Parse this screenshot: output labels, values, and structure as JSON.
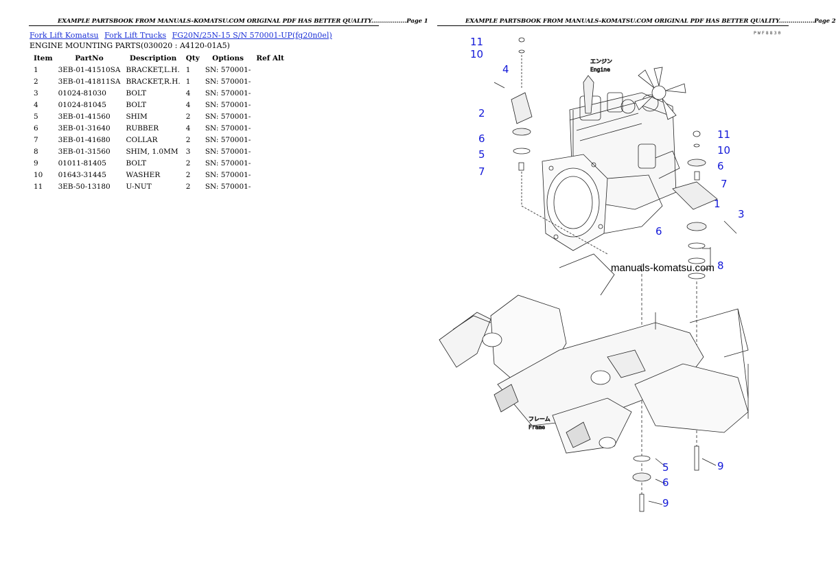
{
  "header": {
    "page1": "EXAMPLE PARTSBOOK FROM MANUALS-KOMATSU.COM ORIGINAL PDF HAS BETTER QUALITY..................Page 1",
    "page2": "EXAMPLE PARTSBOOK FROM MANUALS-KOMATSU.COM ORIGINAL PDF HAS BETTER QUALITY..................Page 2"
  },
  "breadcrumb": {
    "items": [
      "Fork Lift Komatsu",
      "Fork Lift Trucks",
      "FG20N/25N-15 S/N 570001-UP(fg20n0el)"
    ]
  },
  "section_title": "ENGINE MOUNTING PARTS(030020 : A4120-01A5)",
  "table": {
    "headers": [
      "Item",
      "PartNo",
      "Description",
      "Qty",
      "Options",
      "Ref Alt"
    ],
    "rows": [
      [
        "1",
        "3EB-01-41510SA",
        "BRACKET,L.H.",
        "1",
        "SN: 570001-",
        ""
      ],
      [
        "2",
        "3EB-01-41811SA",
        "BRACKET,R.H.",
        "1",
        "SN: 570001-",
        ""
      ],
      [
        "3",
        "01024-81030",
        "BOLT",
        "4",
        "SN: 570001-",
        ""
      ],
      [
        "4",
        "01024-81045",
        "BOLT",
        "4",
        "SN: 570001-",
        ""
      ],
      [
        "5",
        "3EB-01-41560",
        "SHIM",
        "2",
        "SN: 570001-",
        ""
      ],
      [
        "6",
        "3EB-01-31640",
        "RUBBER",
        "4",
        "SN: 570001-",
        ""
      ],
      [
        "7",
        "3EB-01-41680",
        "COLLAR",
        "2",
        "SN: 570001-",
        ""
      ],
      [
        "8",
        "3EB-01-31560",
        "SHIM, 1.0MM",
        "3",
        "SN: 570001-",
        ""
      ],
      [
        "9",
        "01011-81405",
        "BOLT",
        "2",
        "SN: 570001-",
        ""
      ],
      [
        "10",
        "01643-31445",
        "WASHER",
        "2",
        "SN: 570001-",
        ""
      ],
      [
        "11",
        "3EB-50-13180",
        "U-NUT",
        "2",
        "SN: 570001-",
        ""
      ]
    ]
  },
  "diagram": {
    "watermark": "manuals-komatsu.com",
    "code": "PWF8830",
    "engine_jp": "エンジン",
    "engine_en": "Engine",
    "frame_jp": "フレーム",
    "frame_en": "Frame",
    "callouts": [
      "11",
      "10",
      "4",
      "2",
      "6",
      "5",
      "7",
      "11",
      "10",
      "6",
      "7",
      "1",
      "3",
      "6",
      "8",
      "5",
      "6",
      "9",
      "9"
    ],
    "label_color": "#1218d8"
  }
}
